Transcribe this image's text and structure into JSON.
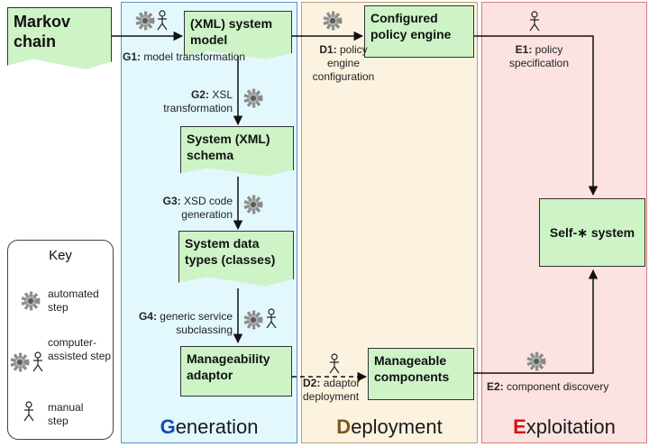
{
  "lanes": {
    "generation": {
      "initial": "G",
      "rest": "eneration"
    },
    "deployment": {
      "initial": "D",
      "rest": "eployment"
    },
    "exploitation": {
      "initial": "E",
      "rest": "xploitation"
    }
  },
  "nodes": {
    "markov": "Markov chain",
    "system_model": "(XML) system model",
    "system_schema": "System (XML) schema",
    "data_types": "System data types (classes)",
    "adaptor": "Manageability adaptor",
    "policy_engine": "Configured policy engine",
    "components": "Manageable components",
    "self_system": "Self-∗ system"
  },
  "steps": {
    "g1": {
      "id": "G1:",
      "text": "model transformation"
    },
    "g2": {
      "id": "G2:",
      "text": "XSL transformation"
    },
    "g3": {
      "id": "G3:",
      "text": "XSD code generation"
    },
    "g4": {
      "id": "G4:",
      "text": "generic service subclassing"
    },
    "d1": {
      "id": "D1:",
      "text": "policy engine configuration"
    },
    "d2": {
      "id": "D2:",
      "text": "adaptor deployment"
    },
    "e1": {
      "id": "E1:",
      "text": "policy specification"
    },
    "e2": {
      "id": "E2:",
      "text": "component discovery"
    }
  },
  "key": {
    "title": "Key",
    "automated": "automated step",
    "computer_assisted": "computer-assisted step",
    "manual": "manual step"
  },
  "colors": {
    "node_fill": "#cdf3c6",
    "generation_bg": "#e2f8fd",
    "deployment_bg": "#fcf2e0",
    "exploitation_bg": "#fde2e2"
  }
}
